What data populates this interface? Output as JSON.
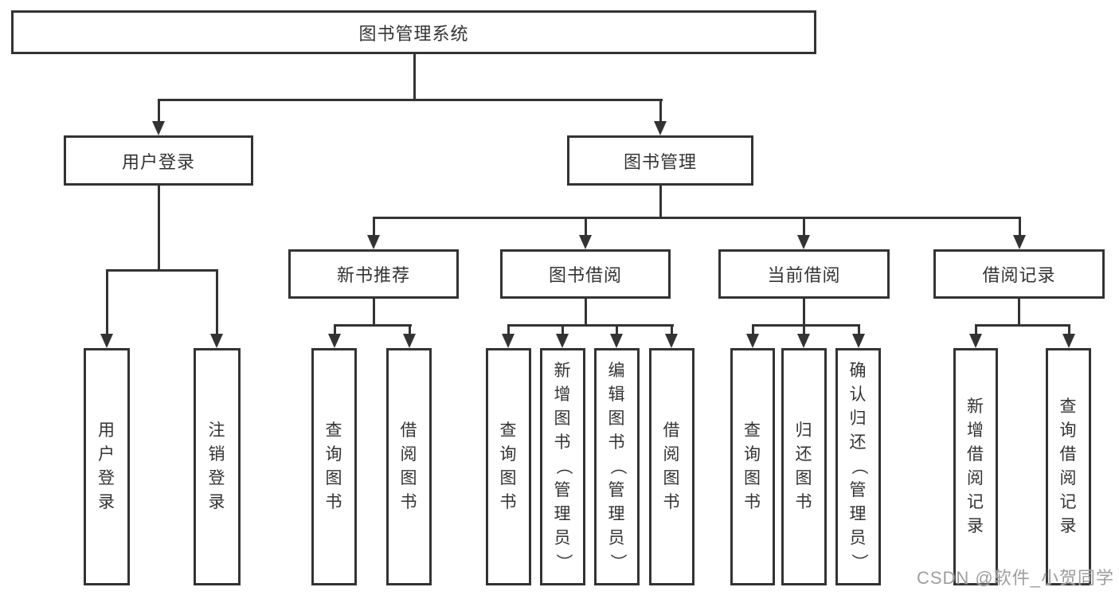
{
  "diagram": {
    "type": "functional-structure-tree",
    "watermark": "CSDN @软件_小贺同学",
    "colors": {
      "line": "#333333",
      "text": "#333333",
      "background": "#ffffff",
      "watermark": "#9e9e9e"
    },
    "tree": {
      "label": "图书管理系统",
      "children": [
        {
          "label": "用户登录",
          "children": [
            {
              "label": "用户登录"
            },
            {
              "label": "注销登录"
            }
          ]
        },
        {
          "label": "图书管理",
          "children": [
            {
              "label": "新书推荐",
              "children": [
                {
                  "label": "查询图书"
                },
                {
                  "label": "借阅图书"
                }
              ]
            },
            {
              "label": "图书借阅",
              "children": [
                {
                  "label": "查询图书"
                },
                {
                  "label": "新增图书（管理员）"
                },
                {
                  "label": "编辑图书（管理员）"
                },
                {
                  "label": "借阅图书"
                }
              ]
            },
            {
              "label": "当前借阅",
              "children": [
                {
                  "label": "查询图书"
                },
                {
                  "label": "归还图书"
                },
                {
                  "label": "确认归还（管理员）"
                }
              ]
            },
            {
              "label": "借阅记录",
              "children": [
                {
                  "label": "新增借阅记录"
                },
                {
                  "label": "查询借阅记录"
                }
              ]
            }
          ]
        }
      ]
    }
  }
}
